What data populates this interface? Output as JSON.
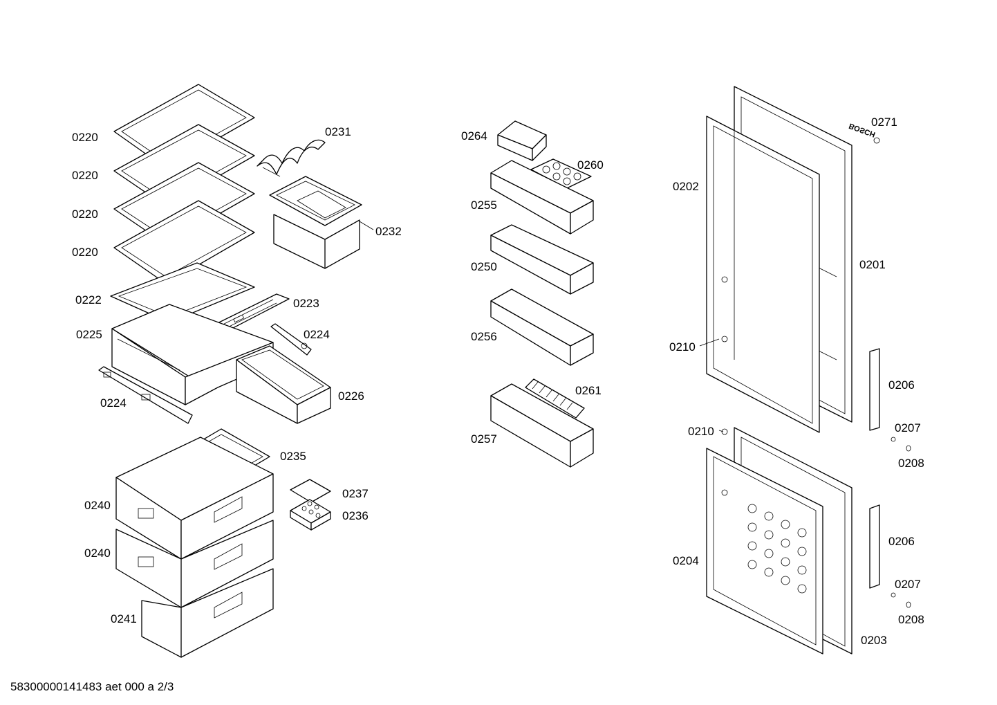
{
  "footer": "58300000141483 aet 000 a 2/3",
  "brand_mark": "BOSCH",
  "labels": {
    "l0220a": "0220",
    "l0220b": "0220",
    "l0220c": "0220",
    "l0220d": "0220",
    "l0231": "0231",
    "l0232": "0232",
    "l0222": "0222",
    "l0223": "0223",
    "l0225": "0225",
    "l0224a": "0224",
    "l0224b": "0224",
    "l0226": "0226",
    "l0235": "0235",
    "l0237": "0237",
    "l0236": "0236",
    "l0240a": "0240",
    "l0240b": "0240",
    "l0241": "0241",
    "l0264": "0264",
    "l0260": "0260",
    "l0255": "0255",
    "l0250": "0250",
    "l0256": "0256",
    "l0261": "0261",
    "l0257": "0257",
    "l0271": "0271",
    "l0202": "0202",
    "l0201": "0201",
    "l0210a": "0210",
    "l0210b": "0210",
    "l0206a": "0206",
    "l0207a": "0207",
    "l0208a": "0208",
    "l0206b": "0206",
    "l0207b": "0207",
    "l0208b": "0208",
    "l0204": "0204",
    "l0203": "0203"
  }
}
